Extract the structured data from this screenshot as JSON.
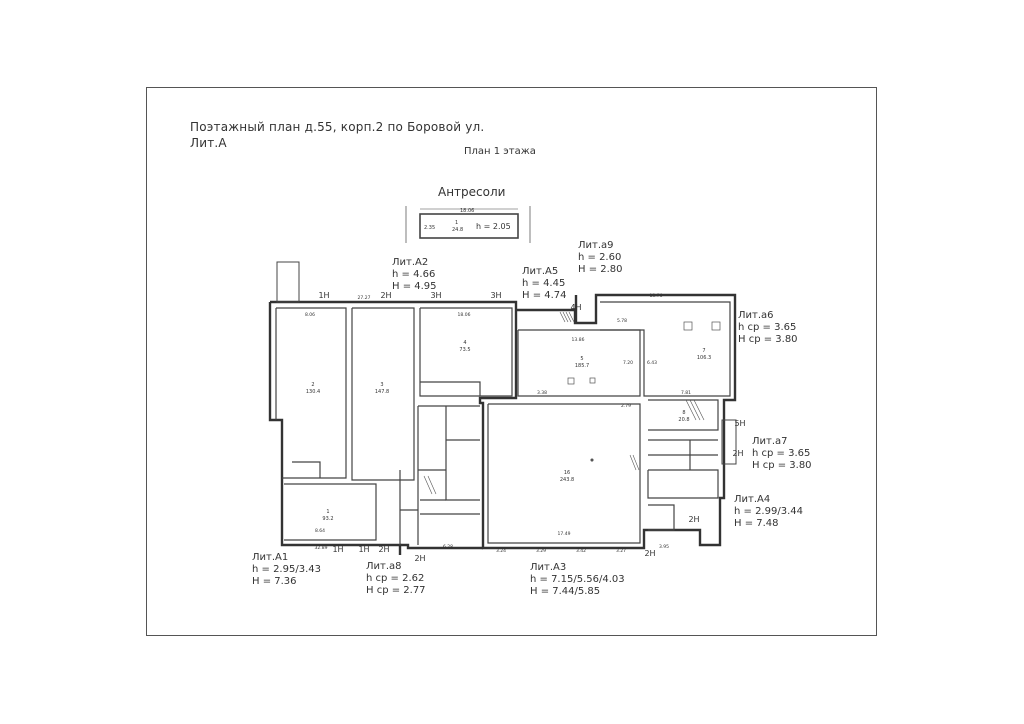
{
  "header": {
    "title_line1": "Поэтажный план д.55, корп.2 по Боровой ул.",
    "title_line2": "Лит.А",
    "subtitle": "План 1 этажа",
    "antresoli": "Антресоли"
  },
  "mezzanine": {
    "dim_width": "18.06",
    "dim_height": "2.35",
    "room": "1",
    "area": "24.8",
    "height": "h = 2.05"
  },
  "labels": {
    "lit_a2": [
      "Лит.А2",
      "h = 4.66",
      "H = 4.95"
    ],
    "lit_a5": [
      "Лит.А5",
      "h = 4.45",
      "H = 4.74"
    ],
    "lit_a9": [
      "Лит.а9",
      "h = 2.60",
      "H = 2.80"
    ],
    "lit_a6": [
      "Лит.а6",
      "h ср = 3.65",
      "H ср = 3.80"
    ],
    "lit_a7": [
      "Лит.а7",
      "h ср = 3.65",
      "H ср = 3.80"
    ],
    "lit_a4": [
      "Лит.А4",
      "h = 2.99/3.44",
      "H = 7.48"
    ],
    "lit_a3": [
      "Лит.А3",
      "h = 7.15/5.56/4.03",
      "H = 7.44/5.85"
    ],
    "lit_a8": [
      "Лит.а8",
      "h ср = 2.62",
      "H ср = 2.77"
    ],
    "lit_a1": [
      "Лит.А1",
      "h = 2.95/3.43",
      "H = 7.36"
    ]
  },
  "rooms": [
    {
      "num": "1",
      "area": "93.2"
    },
    {
      "num": "2",
      "area": "130.4"
    },
    {
      "num": "3",
      "area": "147.8"
    },
    {
      "num": "4",
      "area": "73.5"
    },
    {
      "num": "5",
      "area": "185.7"
    },
    {
      "num": "16",
      "area": "243.8"
    },
    {
      "num": "7",
      "area": "106.3"
    },
    {
      "num": "8",
      "area": "20.8"
    }
  ],
  "dimensions": [
    "8.06",
    "27.27",
    "18.06",
    "13.86",
    "13.76",
    "17.49",
    "7.20",
    "6.43",
    "8.64",
    "32.89",
    "3.24",
    "3.29",
    "3.42",
    "3.27",
    "3.95",
    "6.28",
    "5.78",
    "7.81",
    "2.79",
    "3.38"
  ],
  "exits": [
    "1Н",
    "2Н",
    "3Н",
    "3Н",
    "4Н",
    "5Н",
    "2Н",
    "2Н",
    "1Н",
    "1Н",
    "2Н",
    "2Н",
    "2Н"
  ]
}
